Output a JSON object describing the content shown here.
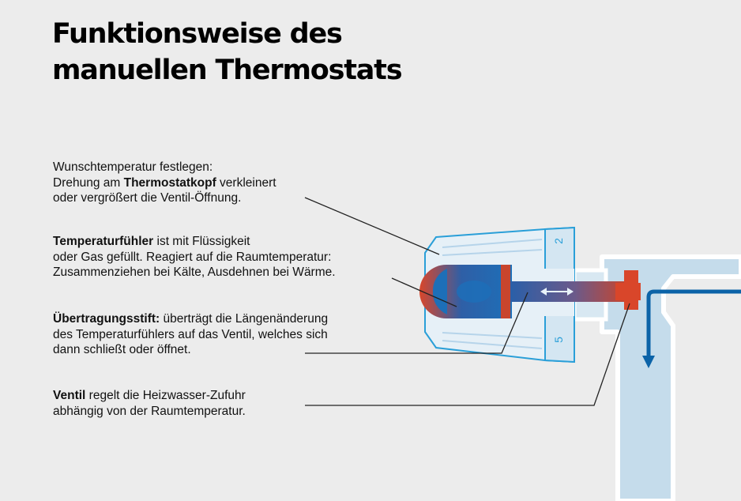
{
  "title": {
    "line1": "Funktionsweise des",
    "line2": "manuellen Thermostats"
  },
  "labels": {
    "thermostatkopf": {
      "line1": "Wunschtemperatur festlegen:",
      "line2_pre": "Drehung am ",
      "line2_bold": "Thermostatkopf",
      "line2_post": " verkleinert",
      "line3": "oder vergrößert die Ventil-Öffnung."
    },
    "temperaturfuehler": {
      "line1_bold": "Temperaturfühler",
      "line1_post": " ist mit Flüssigkeit",
      "line2": "oder Gas gefüllt. Reagiert auf die Raumtemperatur:",
      "line3": "Zusammenziehen bei Kälte, Ausdehnen bei Wärme."
    },
    "uebertragungsstift": {
      "line1_bold": "Übertragungsstift:",
      "line1_post": " überträgt die Längenänderung",
      "line2": "des Temperaturfühlers auf das Ventil, welches sich",
      "line3": "dann schließt oder öffnet."
    },
    "ventil": {
      "line1_bold": "Ventil",
      "line1_post": " regelt die Heizwasser-Zufuhr",
      "line2": "abhängig von der Raumtemperatur."
    }
  },
  "scale": {
    "top_mark": "2",
    "bottom_mark": "5"
  },
  "colors": {
    "background": "#ececec",
    "pipe_fill": "#c5dceb",
    "head_fill": "#e6f0f7",
    "outline": "#2a9fd8",
    "sensor_blue": "#1d6fb8",
    "sensor_red": "#d9462a",
    "flow_arrow": "#0b63a8",
    "leader_line": "#222222"
  }
}
